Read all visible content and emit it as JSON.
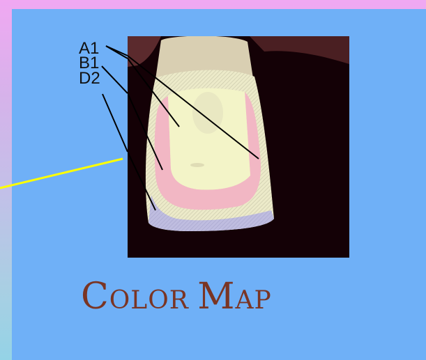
{
  "slide": {
    "background_gradient": [
      "#f0a8f2",
      "#d5b3ea",
      "#c1c1e8",
      "#a9cfe3",
      "#94d3e6"
    ],
    "panel_color": "#6fb0f7",
    "accent_color": "#ffff00"
  },
  "photo": {
    "shade_labels": [
      "A1",
      "B1",
      "D2"
    ],
    "colors": {
      "background": "#140106",
      "gum": "#5b2a2d",
      "cervical": "#d9cfb2",
      "a1_zone": "#f3f4c8",
      "b1_zone": "#f2b7c4",
      "d2_zone": "#b8b6d6",
      "enamel_edge": "#e8ead0"
    }
  },
  "caption": {
    "title_big_1": "C",
    "title_small_1": "olor ",
    "title_big_2": "M",
    "title_small_2": "ap",
    "color": "#7a3524"
  }
}
